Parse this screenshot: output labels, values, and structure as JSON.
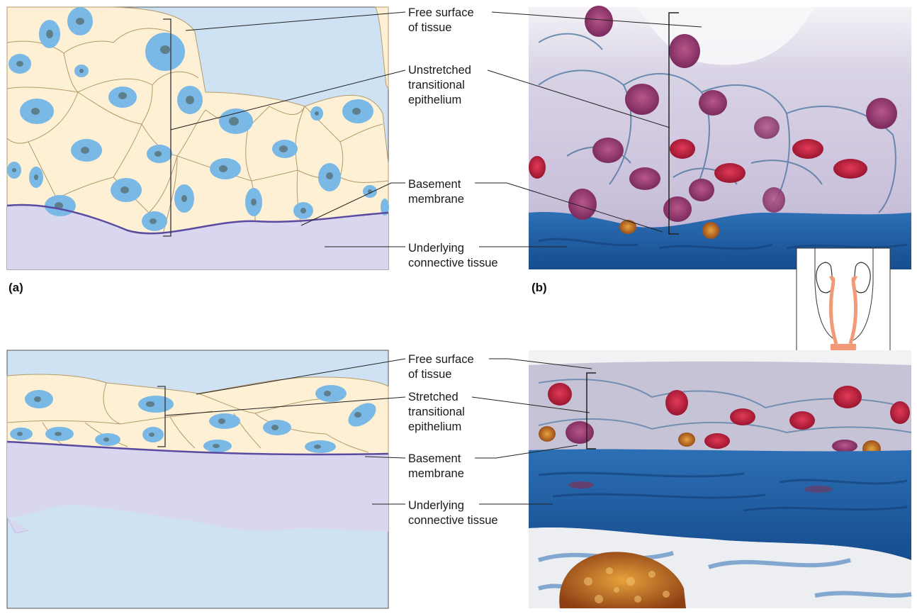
{
  "panels": {
    "a_tag": "(a)",
    "b_tag": "(b)"
  },
  "top_labels": {
    "free_surface": "Free surface\nof tissue",
    "unstretched": "Unstretched\ntransitional\nepithelium",
    "basement": "Basement\nmembrane",
    "underlying": "Underlying\nconnective tissue"
  },
  "bottom_labels": {
    "free_surface": "Free surface\nof tissue",
    "stretched": "Stretched\ntransitional\nepithelium",
    "basement": "Basement\nmembrane",
    "underlying": "Underlying\nconnective tissue"
  },
  "colors": {
    "lumen": "#cfe2f3",
    "cell": "#fdf0d4",
    "nucleus": "#7ab8e6",
    "nucleolus": "#5f7e8c",
    "connective": "#d9d6ef",
    "membrane": "#5a4aa0",
    "stain_blue": "#1f5fa8",
    "nucleus_red": "#c0203c"
  },
  "icons": [
    "urinary-system-icon"
  ]
}
